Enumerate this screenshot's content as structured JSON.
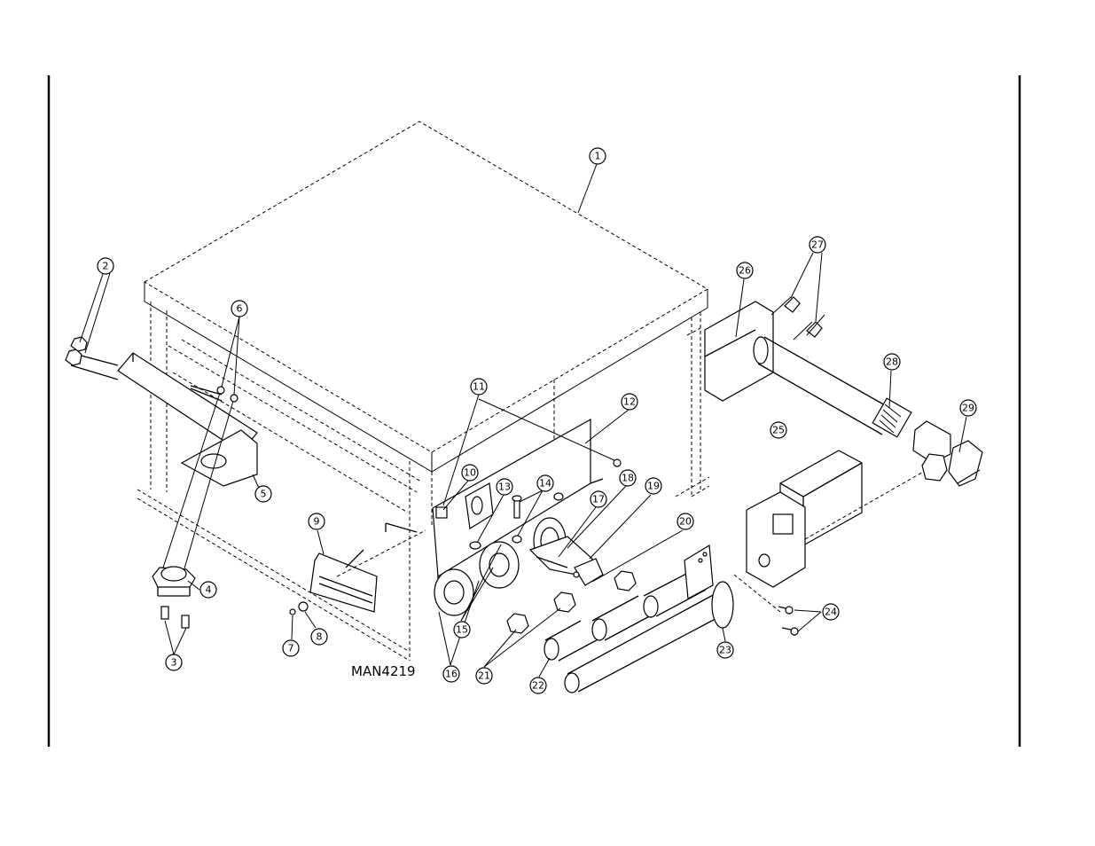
{
  "model_code": "MAN4219",
  "callouts": [
    "1",
    "2",
    "3",
    "4",
    "5",
    "6",
    "7",
    "8",
    "9",
    "10",
    "11",
    "12",
    "13",
    "14",
    "15",
    "16",
    "17",
    "18",
    "19",
    "20",
    "21",
    "22",
    "23",
    "24",
    "25",
    "26",
    "27",
    "28",
    "29"
  ]
}
